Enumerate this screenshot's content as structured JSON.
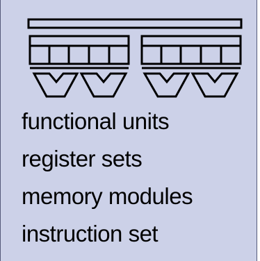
{
  "colors": {
    "panel_background": "#ccd1e8",
    "panel_border": "#555a7a",
    "stroke": "#000000",
    "text": "#000000"
  },
  "diagram": {
    "icon": "processor-architecture-icon",
    "register_sets": 2,
    "cells_per_register": 5,
    "functional_units": 4
  },
  "features": [
    "functional units",
    "register sets",
    "memory modules",
    "instruction set"
  ]
}
